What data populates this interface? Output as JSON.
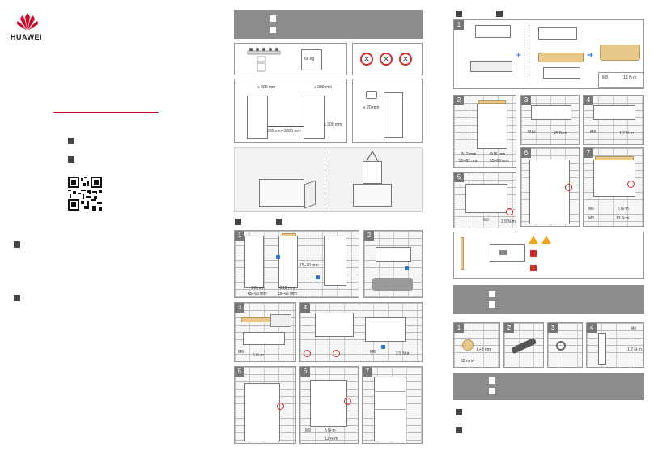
{
  "brand": {
    "name": "HUAWEI",
    "logo": "huawei-petal-logo",
    "color": "#cf0a2c"
  },
  "cover": {
    "rule_color": "#cf0a2c",
    "qr": "qr-code"
  },
  "measure": {
    "weight": "68 kg",
    "clear_top_left": "≥ 300 mm",
    "clear_top_right": "≥ 300 mm",
    "spacing": "300 mm–3000 mm",
    "clear_side": "≥ 300 mm",
    "tilt": "≤ 20 mm"
  },
  "mount": {
    "drill_a": "Φ8 mm",
    "drill_a_depth": "45–60 mm",
    "drill_b": "Φ12 mm",
    "drill_b_depth": "55–62 mm",
    "spacing": "15–20 mm",
    "torque_m6": "M6",
    "torque_m6_val": "5 N·m",
    "torque_m6_b": "2.5 N·m"
  },
  "col3": {
    "top_torque_size": "M8",
    "top_torque_val": "13 N·m",
    "drill_12": "Φ12 mm",
    "drill_12_depth": "55–62 mm",
    "drill_16": "Φ16 mm",
    "drill_16_depth": "55–60 mm",
    "m12": "M12",
    "m12_val": "45 N·m",
    "m4": "M4",
    "m4_val": "1.2 N·m",
    "m6": "M6",
    "m6_val": "5 N·m",
    "m5": "M5",
    "m5_val": "2.5 N·m",
    "m8": "M8",
    "m8_val": "13 N·m",
    "cable_len": "L+3 mm",
    "cable_dia": "32 mm²",
    "m4b": "M4",
    "m4b_val": "1.2 N·m"
  },
  "steps": [
    "1",
    "2",
    "3",
    "4",
    "5",
    "6",
    "7"
  ],
  "accent_red": "#d42a2a",
  "accent_blue": "#2c73d2",
  "warn_color": "#f2a51a"
}
